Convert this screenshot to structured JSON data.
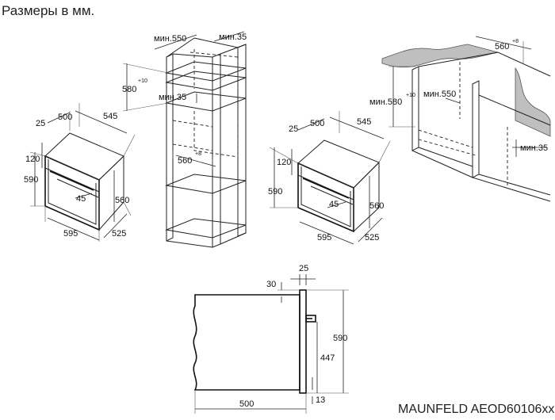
{
  "title": "Размеры в мм.",
  "model": "MAUNFELD AEOD60106xx",
  "oven_front": {
    "width": "595",
    "height": "590",
    "depth_bottom": "525",
    "top_depth": "500",
    "top_width": "545",
    "top_offset": "25",
    "panel_height": "120",
    "handle": "45",
    "body_height": "560"
  },
  "tall_cabinet": {
    "min_depth": "мин.550",
    "min_top": "мин.35",
    "height": "580",
    "height_tol": "+10",
    "min_gap": "мин.35",
    "width": "560",
    "width_tol": "+8"
  },
  "oven_right": {
    "top_offset": "25",
    "top_depth": "500",
    "top_width": "545",
    "panel_height": "120",
    "height": "590",
    "handle": "45",
    "body_height": "560",
    "width": "595",
    "depth_bottom": "525"
  },
  "undercounter": {
    "width": "560",
    "width_tol": "+8",
    "min_height": "мин.580",
    "height_tol": "+10",
    "min_depth": "мин.550",
    "min_gap": "мин.35"
  },
  "side_view": {
    "top_front": "25",
    "top_gap": "30",
    "total_height": "590",
    "body_height": "447",
    "depth": "500",
    "bottom_gap": "13"
  }
}
